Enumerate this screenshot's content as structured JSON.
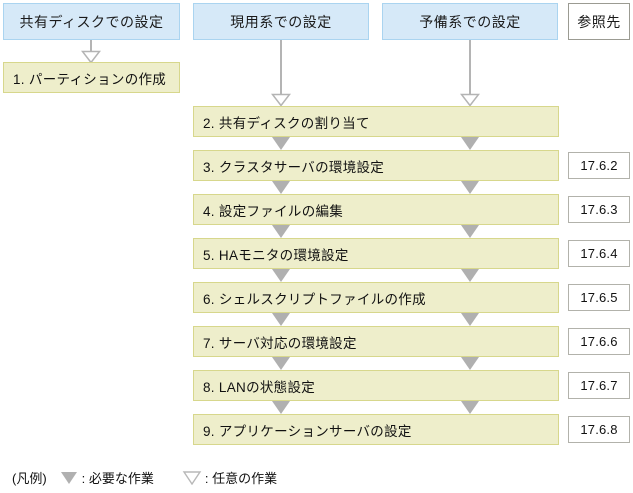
{
  "headers": [
    {
      "label": "共有ディスクでの設定",
      "kind": "blue"
    },
    {
      "label": "現用系での設定",
      "kind": "blue"
    },
    {
      "label": "予備系での設定",
      "kind": "blue"
    },
    {
      "label": "参照先",
      "kind": "white"
    }
  ],
  "shared_disk_steps": [
    {
      "label": "1. パーティションの作成"
    }
  ],
  "steps": [
    {
      "label": "2. 共有ディスクの割り当て",
      "reference": ""
    },
    {
      "label": "3. クラスタサーバの環境設定",
      "reference": "17.6.2"
    },
    {
      "label": "4. 設定ファイルの編集",
      "reference": "17.6.3"
    },
    {
      "label": "5. HAモニタの環境設定",
      "reference": "17.6.4"
    },
    {
      "label": "6. シェルスクリプトファイルの作成",
      "reference": "17.6.5"
    },
    {
      "label": "7. サーバ対応の環境設定",
      "reference": "17.6.6"
    },
    {
      "label": "8. LANの状態設定",
      "reference": "17.6.7"
    },
    {
      "label": "9. アプリケーションサーバの設定",
      "reference": "17.6.8"
    }
  ],
  "legend": {
    "title": "(凡例)",
    "required_label": ": 必要な作業",
    "optional_label": ": 任意の作業",
    "required_icon": "filled-triangle-down-icon",
    "optional_icon": "hollow-triangle-down-icon"
  },
  "colors": {
    "header_fill": "#d6e9f8",
    "header_border": "#aad4f0",
    "step_fill": "#eeeecb",
    "step_border": "#d7d78c",
    "arrow_fill": "#b0b0b0",
    "arrow_outline": "#b4b4b4",
    "reference_border": "#b2b2ab",
    "background": "#ffffff"
  }
}
